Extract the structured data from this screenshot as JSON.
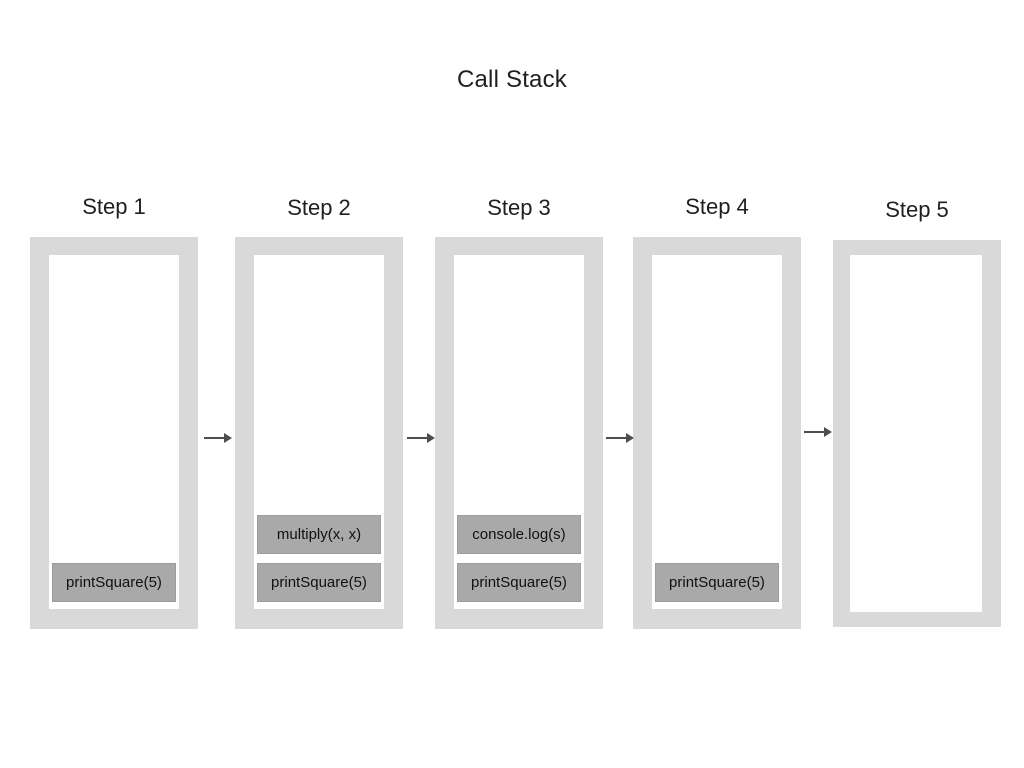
{
  "title": "Call Stack",
  "colors": {
    "container": "#d9d9d9",
    "inner": "#ffffff",
    "frame": "#a9a9a9",
    "arrow": "#4d4d4d",
    "text": "#1f1f1f"
  },
  "steps": [
    {
      "label": "Step 1",
      "frames": [
        "printSquare(5)"
      ]
    },
    {
      "label": "Step 2",
      "frames": [
        "multiply(x, x)",
        "printSquare(5)"
      ]
    },
    {
      "label": "Step 3",
      "frames": [
        "console.log(s)",
        "printSquare(5)"
      ]
    },
    {
      "label": "Step 4",
      "frames": [
        "printSquare(5)"
      ]
    },
    {
      "label": "Step 5",
      "frames": []
    }
  ]
}
